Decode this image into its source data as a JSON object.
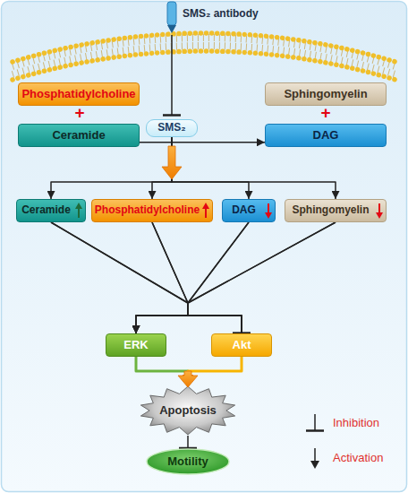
{
  "diagram": {
    "nodes": [
      {
        "text": [
          "Phosphatidylcholine"
        ]
      },
      {
        "text": [
          "Ceramide"
        ]
      },
      {
        "text": [
          "SMS₂"
        ]
      },
      {
        "text": [
          "Sphingomyelin"
        ]
      },
      {
        "text": [
          "DAG"
        ]
      },
      {
        "text": [
          "Ceramide"
        ]
      },
      {
        "text": [
          "Phosphatidylcholine"
        ]
      },
      {
        "text": [
          "DAG"
        ]
      },
      {
        "text": [
          "Sphingomyelin"
        ]
      },
      {
        "text": [
          "ERK"
        ]
      },
      {
        "text": [
          "Akt"
        ]
      },
      {
        "text": [
          "Apoptosis"
        ]
      },
      {
        "text": [
          "Motility"
        ]
      }
    ],
    "edges": [
      {
        "from": 1,
        "to": 4,
        "arrow": "to"
      },
      {
        "from": 2,
        "to": 5,
        "arrow": "to"
      },
      {
        "from": 2,
        "to": 6,
        "arrow": "to"
      },
      {
        "from": 2,
        "to": 7,
        "arrow": "to"
      },
      {
        "from": 2,
        "to": 8,
        "arrow": "to"
      },
      {
        "from": 5,
        "to": 9,
        "arrow": "to"
      },
      {
        "from": 6,
        "to": 9,
        "arrow": "to"
      },
      {
        "from": 7,
        "to": 9,
        "arrow": "to"
      },
      {
        "from": 8,
        "to": 9,
        "arrow": "to"
      },
      {
        "from": 5,
        "to": 10,
        "arrow": "none"
      },
      {
        "from": 6,
        "to": 10,
        "arrow": "none"
      },
      {
        "from": 7,
        "to": 10,
        "arrow": "none"
      },
      {
        "from": 8,
        "to": 10,
        "arrow": "none"
      },
      {
        "from": 9,
        "to": 11,
        "arrow": "to"
      },
      {
        "from": 10,
        "to": 11,
        "arrow": "to"
      },
      {
        "from": 11,
        "to": 12,
        "arrow": "none"
      }
    ],
    "labels": [
      "SMS₂ antibody",
      "+",
      "+"
    ],
    "legend": [
      {
        "text": "Inhibition"
      },
      {
        "text": "Activation"
      }
    ]
  }
}
